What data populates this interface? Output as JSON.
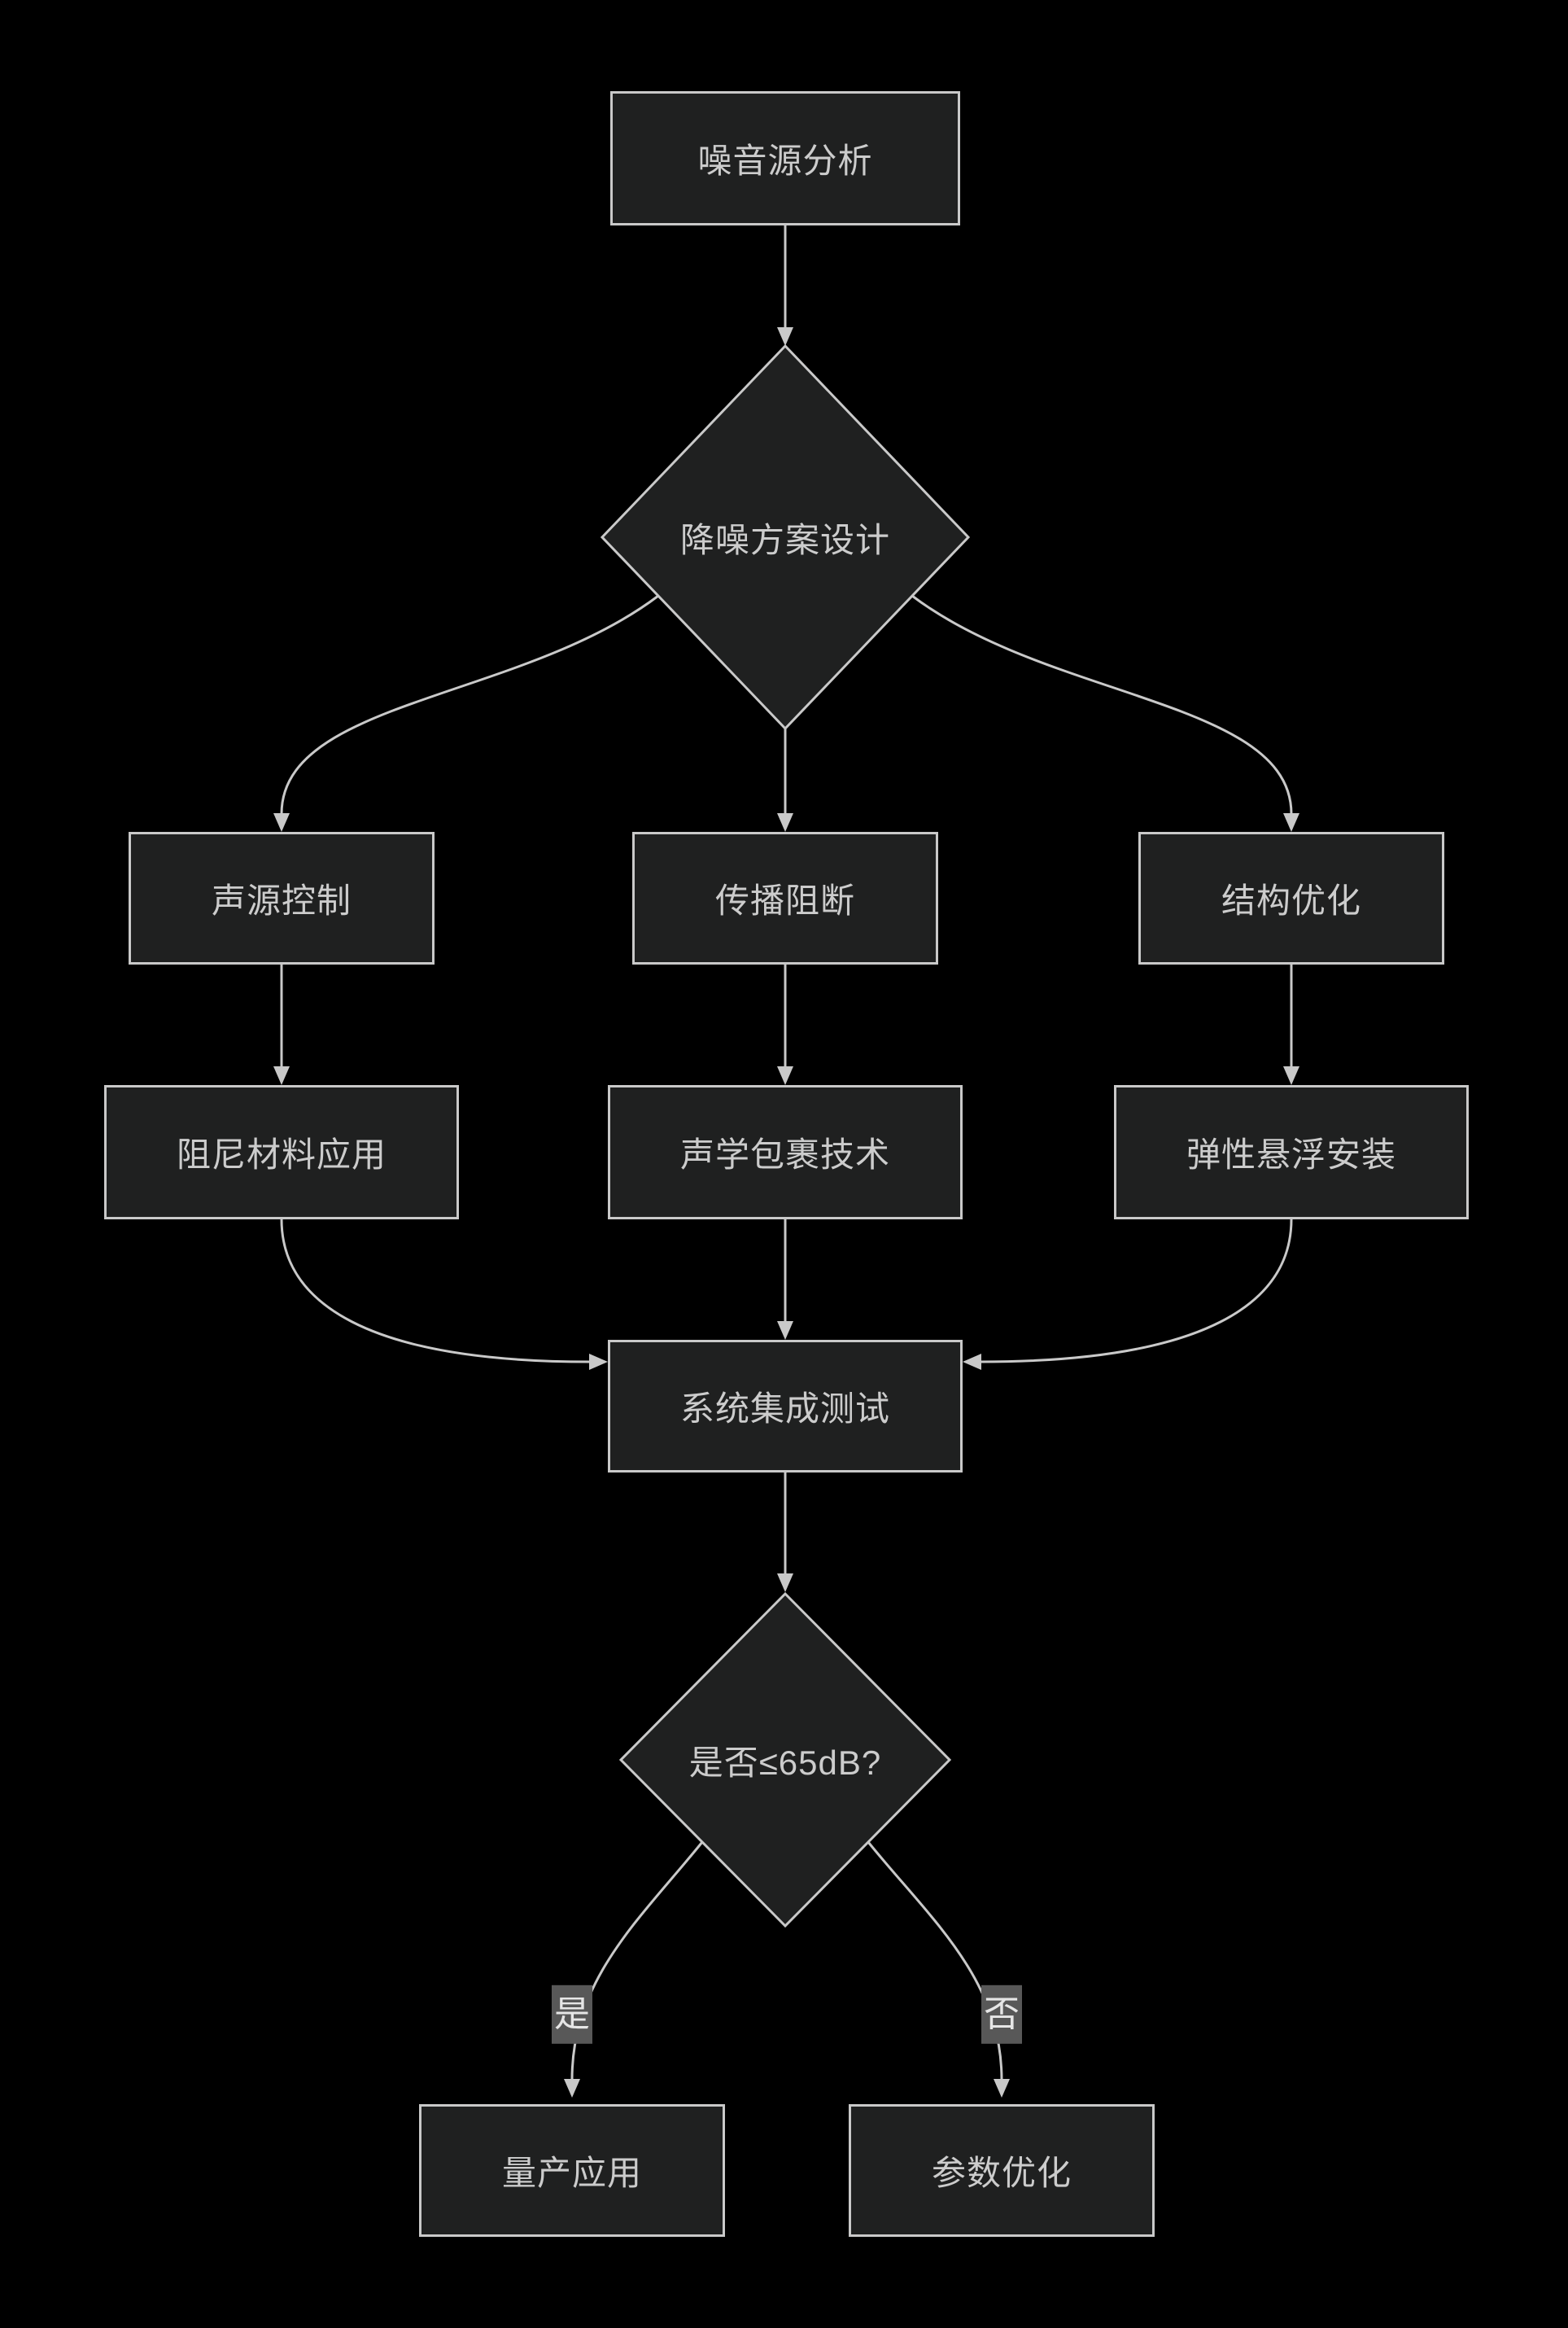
{
  "diagram": {
    "type": "flowchart",
    "direction": "top-down",
    "colors": {
      "background": "#000000",
      "node_fill": "#1f2020",
      "node_border": "#c9c9c9",
      "node_text": "#cccccc",
      "edge_line": "#c9c9c9",
      "edge_label_bg": "#585858",
      "edge_label_text": "#e6e6e6"
    },
    "nodes": {
      "noise_source_analysis": {
        "label": "噪音源分析",
        "shape": "rect"
      },
      "noise_reduction_design": {
        "label": "降噪方案设计",
        "shape": "diamond"
      },
      "source_control": {
        "label": "声源控制",
        "shape": "rect"
      },
      "propagation_blocking": {
        "label": "传播阻断",
        "shape": "rect"
      },
      "structure_optimization": {
        "label": "结构优化",
        "shape": "rect"
      },
      "damping_material": {
        "label": "阻尼材料应用",
        "shape": "rect"
      },
      "acoustic_wrapping": {
        "label": "声学包裹技术",
        "shape": "rect"
      },
      "elastic_suspension": {
        "label": "弹性悬浮安装",
        "shape": "rect"
      },
      "system_integration_test": {
        "label": "系统集成测试",
        "shape": "rect"
      },
      "decision_65db": {
        "label": "是否≤65dB?",
        "shape": "diamond"
      },
      "mass_production": {
        "label": "量产应用",
        "shape": "rect"
      },
      "parameter_optimization": {
        "label": "参数优化",
        "shape": "rect"
      }
    },
    "edge_labels": {
      "yes": "是",
      "no": "否"
    }
  }
}
